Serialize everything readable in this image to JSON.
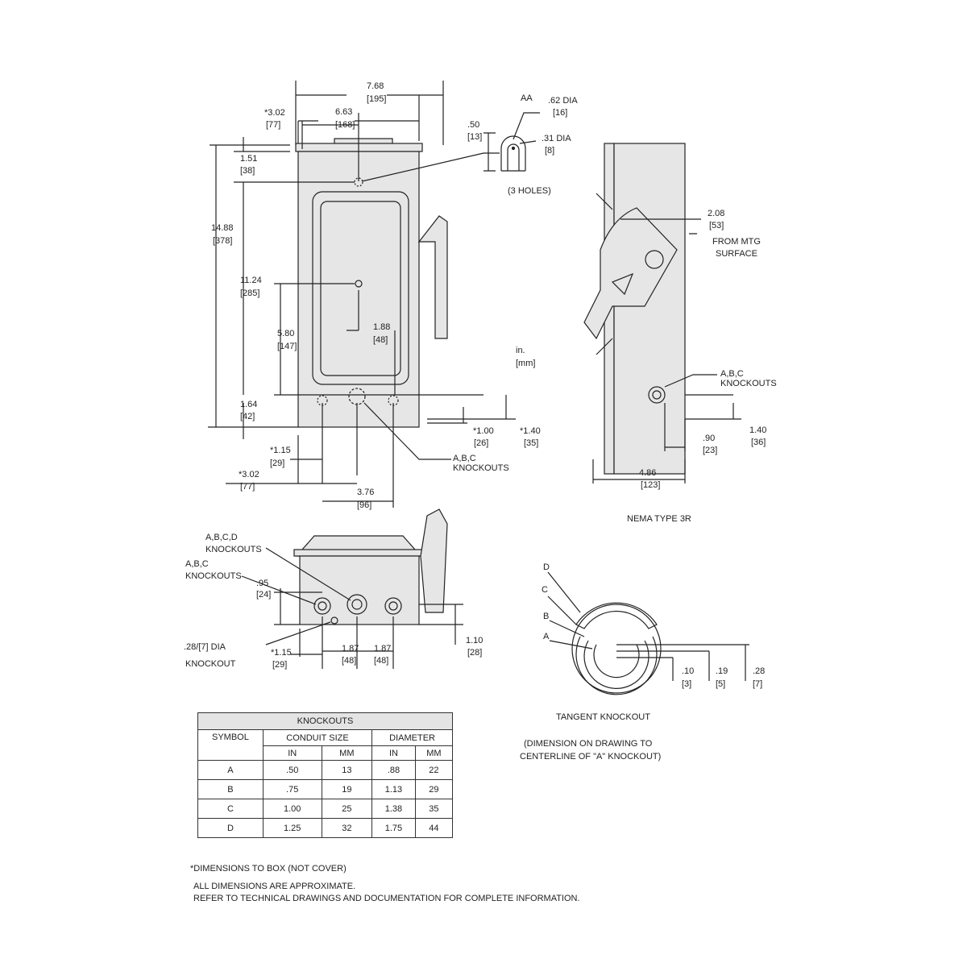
{
  "labels": [
    "7.68",
    "[195]",
    "6.63",
    "[168]",
    "*3.02",
    "[77]",
    "1.51",
    "[38]",
    "14.88",
    "[378]",
    "11.24",
    "[285]",
    "5.80",
    "[147]",
    "1.88",
    "[48]",
    "1.64",
    "[42]",
    "*1.15",
    "[29]",
    "*3.02",
    "[77]",
    "3.76",
    "[96]",
    "*1.00",
    "[26]",
    "*1.40",
    "[35]",
    "A,B,C",
    "KNOCKOUTS",
    "in.",
    "[mm]",
    "AA",
    ".62 DIA",
    "[16]",
    ".50",
    "[13]",
    ".31 DIA",
    "[8]",
    "(3 HOLES)",
    "2.08",
    "[53]",
    "FROM MTG",
    "SURFACE",
    "A,B,C",
    "KNOCKOUTS",
    "1.40",
    "[36]",
    ".90",
    "[23]",
    "4.86",
    "[123]",
    "NEMA TYPE 3R",
    "A,B,C,D",
    "KNOCKOUTS",
    "A,B,C",
    "KNOCKOUTS",
    ".95",
    "[24]",
    ".28/[7] DIA",
    "KNOCKOUT",
    "*1.15",
    "[29]",
    "1.87",
    "[48]",
    "1.87",
    "[48]",
    "1.10",
    "[28]",
    "D",
    "C",
    "B",
    "A",
    ".10",
    "[3]",
    ".19",
    "[5]",
    ".28",
    "[7]",
    "TANGENT KNOCKOUT",
    "(DIMENSION ON DRAWING TO",
    "CENTERLINE OF \"A\" KNOCKOUT)",
    "*DIMENSIONS TO BOX (NOT COVER)",
    "ALL DIMENSIONS ARE APPROXIMATE.",
    "REFER TO TECHNICAL DRAWINGS AND DOCUMENTATION FOR COMPLETE INFORMATION."
  ],
  "table": {
    "title": "KNOCKOUTS",
    "symbol_header": "SYMBOL",
    "conduit_header": "CONDUIT SIZE",
    "diameter_header": "DIAMETER",
    "sub": [
      "IN",
      "MM",
      "IN",
      "MM"
    ],
    "rows": [
      [
        "A",
        ".50",
        "13",
        ".88",
        "22"
      ],
      [
        "B",
        ".75",
        "19",
        "1.13",
        "29"
      ],
      [
        "C",
        "1.00",
        "25",
        "1.38",
        "35"
      ],
      [
        "D",
        "1.25",
        "32",
        "1.75",
        "44"
      ]
    ]
  },
  "colors": {
    "body_fill": "#e6e6e6",
    "line": "#222222"
  }
}
